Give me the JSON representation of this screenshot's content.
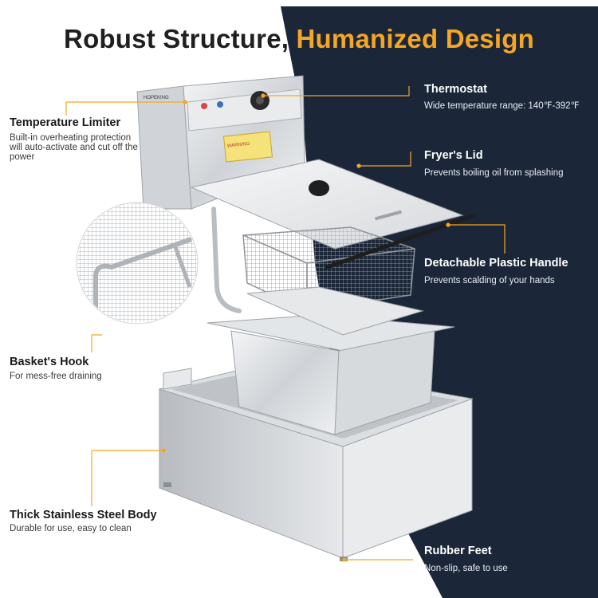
{
  "title": {
    "part1": "Robust Structure,",
    "part2": "Humanized Design"
  },
  "colors": {
    "accent": "#f5a623",
    "navy": "#1b2738",
    "text_dark": "#1a1a1a"
  },
  "brand_label": "HOPEKING",
  "warning_label": "WARNING",
  "features": {
    "temperature_limiter": {
      "title": "Temperature Limiter",
      "desc": "Built-in overheating protection will auto-activate and cut off the power"
    },
    "baskets_hook": {
      "title": "Basket's Hook",
      "desc": "For mess-free draining"
    },
    "steel_body": {
      "title": "Thick Stainless Steel Body",
      "desc": "Durable for use, easy to clean"
    },
    "thermostat": {
      "title": "Thermostat",
      "desc": "Wide temperature range: 140℉-392℉"
    },
    "fryers_lid": {
      "title": "Fryer's Lid",
      "desc": "Prevents boiling oil from splashing"
    },
    "plastic_handle": {
      "title": "Detachable Plastic Handle",
      "desc": "Prevents scalding of your hands"
    },
    "rubber_feet": {
      "title": "Rubber Feet",
      "desc": "Non-slip, safe to use"
    }
  }
}
